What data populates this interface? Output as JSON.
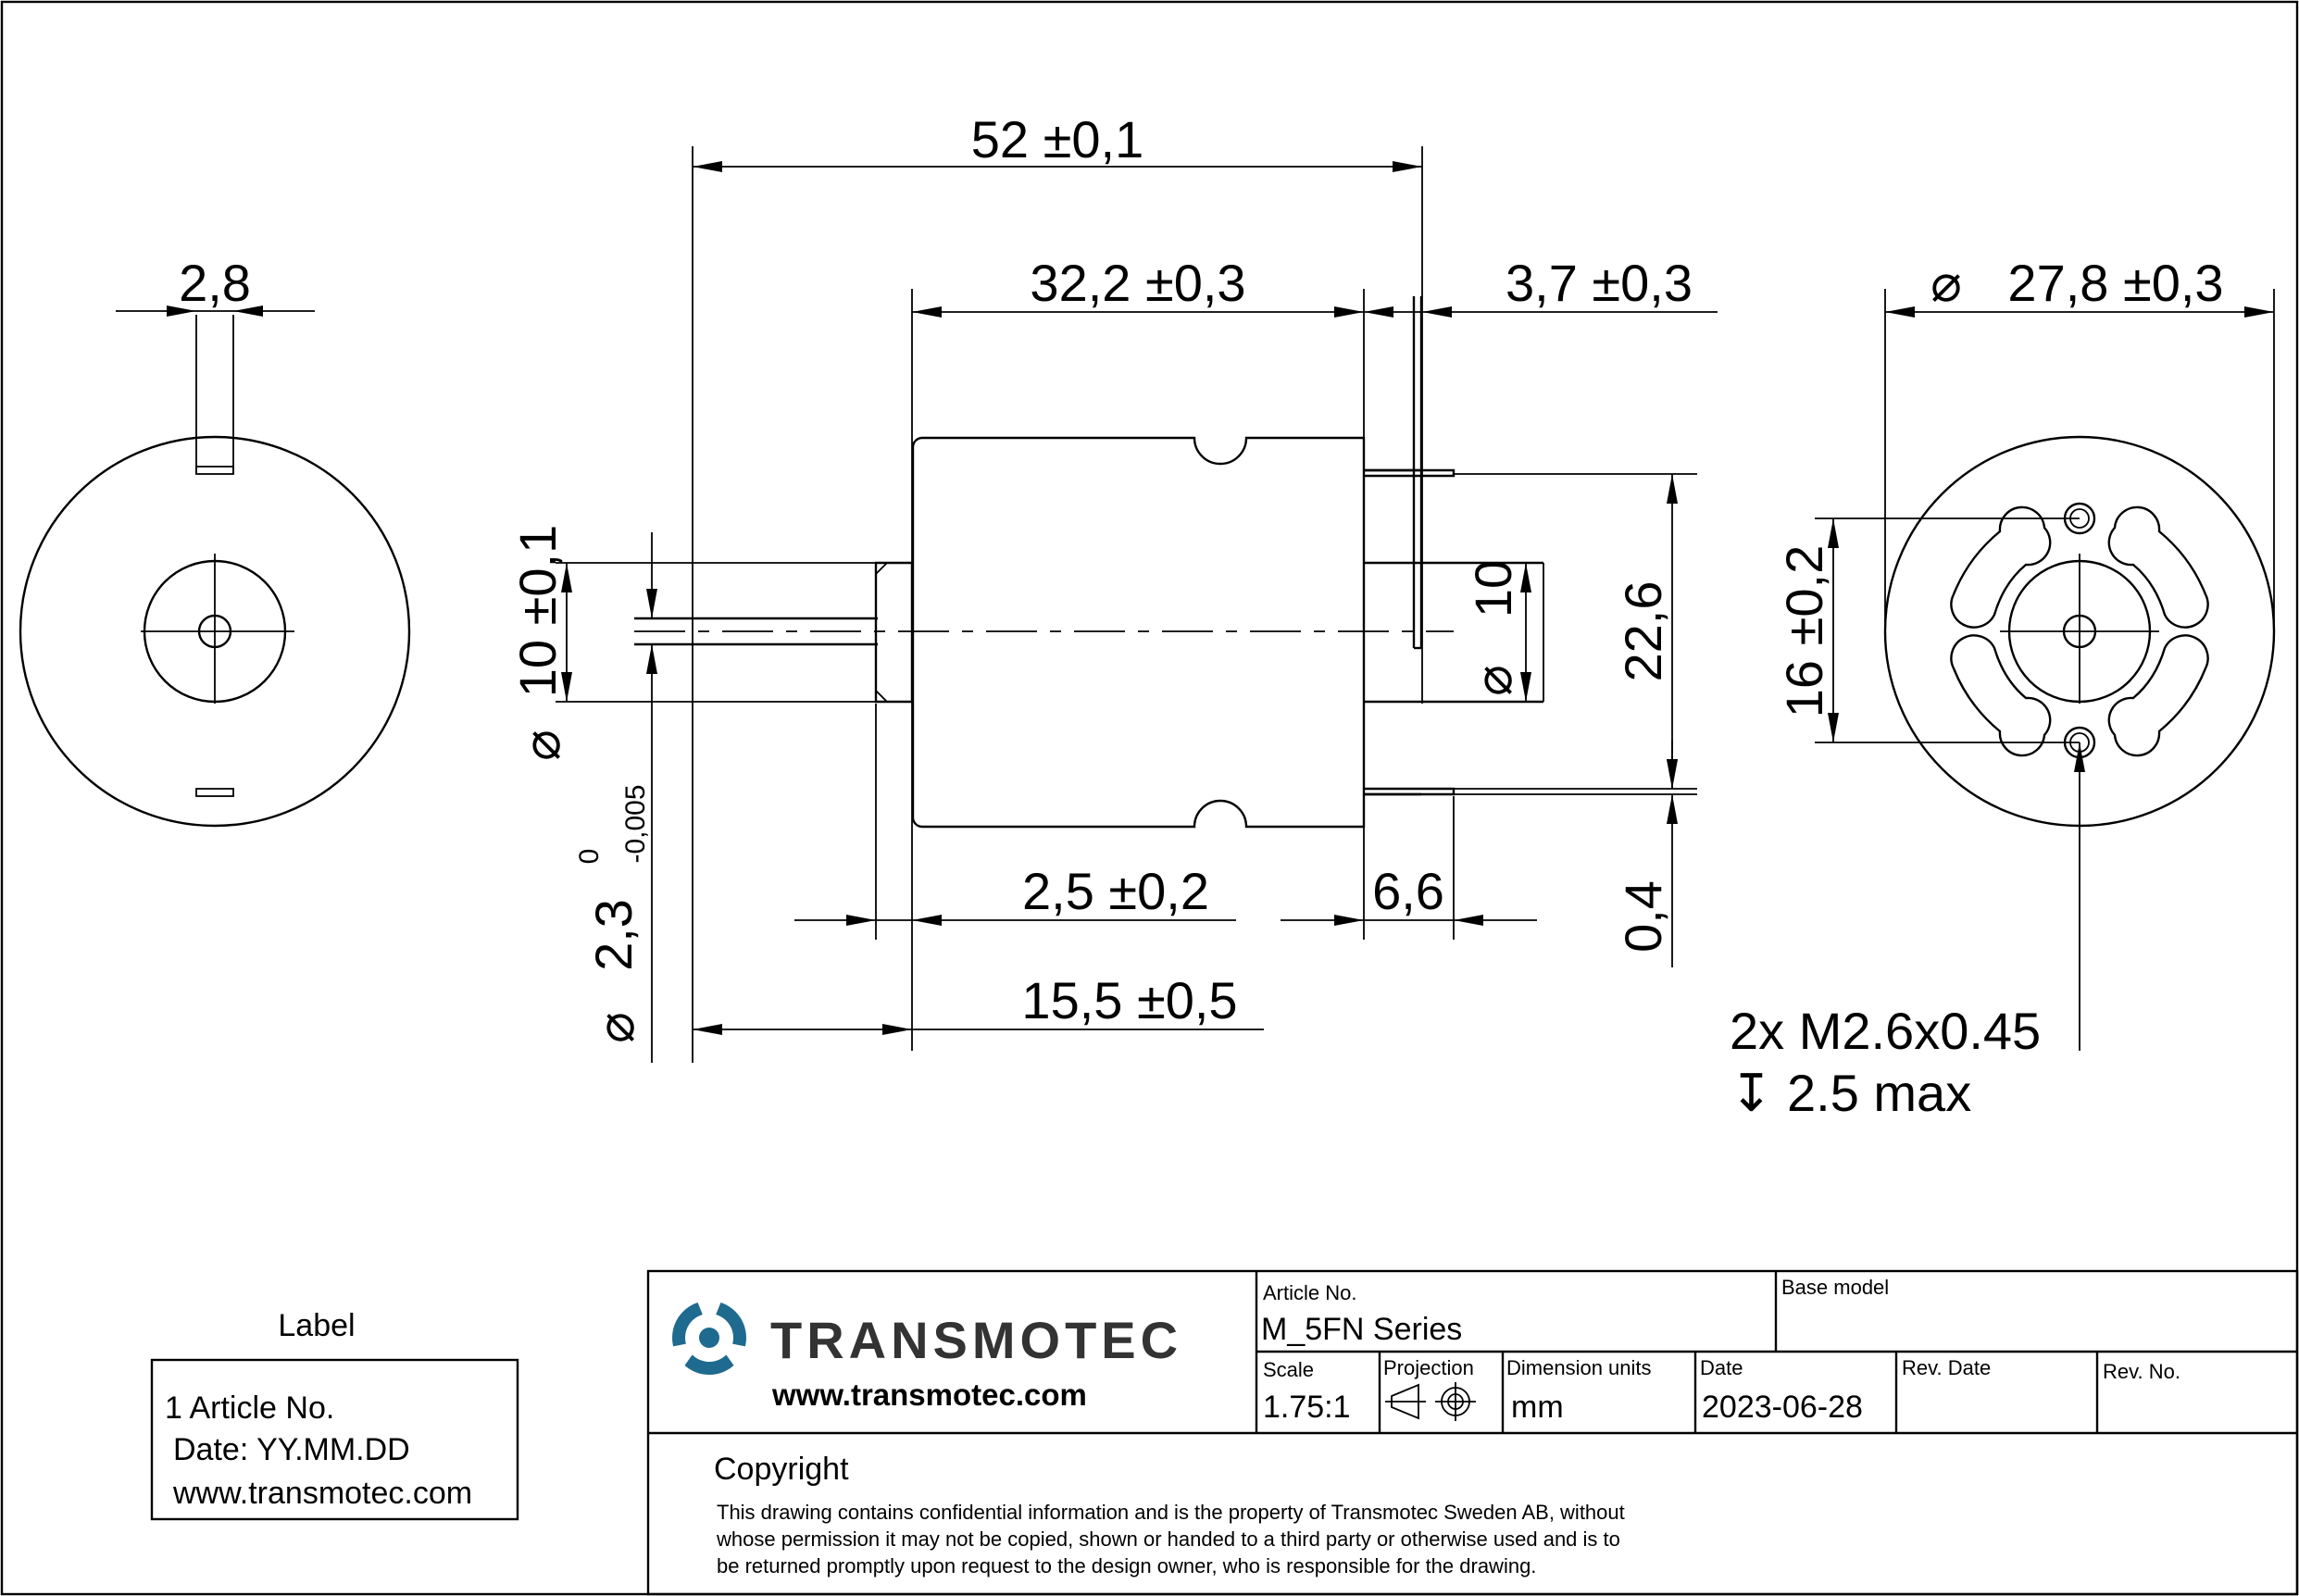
{
  "dimensions": {
    "overall_length": "52 ±0,1",
    "body_length": "32,2 ±0,3",
    "rear_length": "3,7 ±0,3",
    "outer_diameter": "27,8 ±0,3",
    "key_width": "2,8",
    "boss_diameter_value": "10 ±0,1",
    "boss_diameter_symbol": "⌀",
    "shaft_diameter_value": "2,3",
    "shaft_tol_upper": "0",
    "shaft_tol_lower": "-0,005",
    "shaft_diameter_symbol": "⌀",
    "rear_boss_diameter_value": "10",
    "rear_boss_diameter_symbol": "⌀",
    "terminal_span": "22,6",
    "terminal_thickness": "0,4",
    "front_boss_length": "2,5 ±0,2",
    "terminal_length": "6,6",
    "shaft_length": "15,5 ±0,5",
    "hole_spacing": "16 ±0,2",
    "thread_callout": "2x M2.6x0.45",
    "thread_depth_symbol": "↧",
    "thread_depth": "2.5 max"
  },
  "label_box": {
    "heading": "Label",
    "line1": "1 Article No.",
    "line2": "Date: YY.MM.DD",
    "line3": "www.transmotec.com"
  },
  "title_block": {
    "brand": "TRANSMOTEC",
    "website": "www.transmotec.com",
    "brand_color": "#1f6a8f",
    "article_no_label": "Article No.",
    "article_no": "M_5FN Series",
    "base_model_label": "Base model",
    "base_model": "",
    "scale_label": "Scale",
    "scale": "1.75:1",
    "projection_label": "Projection",
    "dimension_units_label": "Dimension units",
    "dimension_units": "mm",
    "date_label": "Date",
    "date": "2023-06-28",
    "rev_date_label": "Rev. Date",
    "rev_date": "",
    "rev_no_label": "Rev. No.",
    "rev_no": ""
  },
  "copyright": {
    "title": "Copyright",
    "line1": "This drawing contains confidential information and is the property of Transmotec Sweden AB, without",
    "line2": "whose permission it may not be copied, shown or handed to a third party or otherwise used and is to",
    "line3": "be returned promptly upon request to the design owner, who is responsible for the drawing."
  }
}
